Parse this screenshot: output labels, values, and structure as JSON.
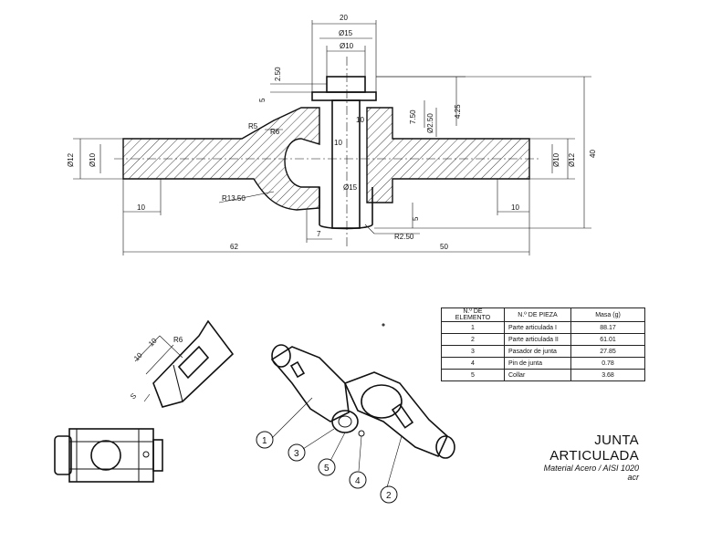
{
  "section_view": {
    "dims": {
      "d20": "20",
      "d15_top": "Ø15",
      "d10_top": "Ø10",
      "d2_50_v": "2.50",
      "d5_v": "5",
      "r5": "R5",
      "r6": "R6",
      "d10_mid": "10",
      "d10_hub": "10",
      "d7_50": "7.50",
      "d2_50_dia": "Ø2.50",
      "d4_25": "4.25",
      "d40": "40",
      "d12_left": "Ø12",
      "d10_left": "Ø10",
      "d12_right": "Ø12",
      "d10_right": "Ø10",
      "d15_bottom": "Ø15",
      "r13_50": "R13.50",
      "d10_left_len": "10",
      "d10_right_len": "10",
      "d5_bottom": "5",
      "d7": "7",
      "r2_50": "R2.50",
      "d62": "62",
      "d50": "50"
    }
  },
  "detail_view": {
    "dims": {
      "d10_a": "10",
      "d10_b": "10",
      "r6": "R6",
      "s": "S"
    }
  },
  "balloons": [
    "1",
    "2",
    "3",
    "4",
    "5"
  ],
  "bom": {
    "headers": [
      "N.º DE ELEMENTO",
      "N.º DE PIEZA",
      "Masa (g)"
    ],
    "rows": [
      [
        "1",
        "Parte articulada I",
        "88.17"
      ],
      [
        "2",
        "Parte articulada II",
        "61.01"
      ],
      [
        "3",
        "Pasador de junta",
        "27.85"
      ],
      [
        "4",
        "Pin de junta",
        "0.78"
      ],
      [
        "5",
        "Collar",
        "3.68"
      ]
    ]
  },
  "title_block": {
    "line1": "JUNTA",
    "line2": "ARTICULADA",
    "material": "Material Acero / AISI 1020",
    "author": "acr"
  }
}
